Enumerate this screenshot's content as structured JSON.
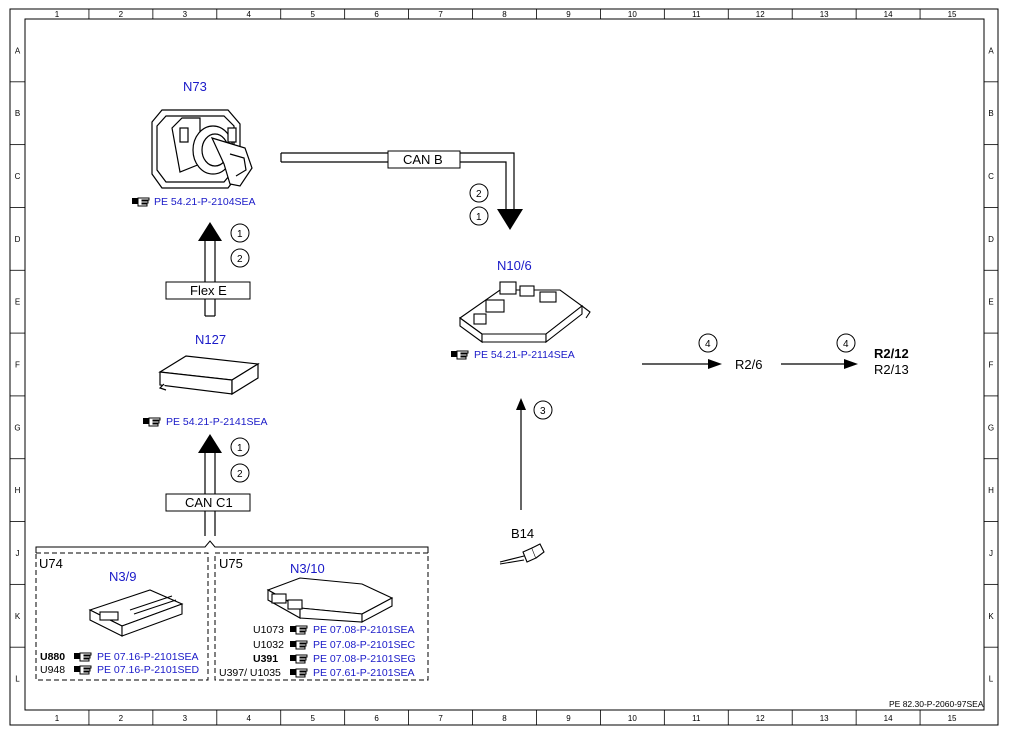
{
  "grid": {
    "columns": [
      "1",
      "2",
      "3",
      "4",
      "5",
      "6",
      "7",
      "8",
      "9",
      "10",
      "11",
      "12",
      "13",
      "14",
      "15"
    ],
    "rows": [
      "A",
      "B",
      "C",
      "D",
      "E",
      "F",
      "G",
      "H",
      "J",
      "K",
      "L"
    ]
  },
  "components": {
    "n73": {
      "label": "N73",
      "ref": "PE 54.21-P-2104SEA"
    },
    "n10_6": {
      "label": "N10/6",
      "ref": "PE 54.21-P-2114SEA"
    },
    "n127": {
      "label": "N127",
      "ref": "PE 54.21-P-2141SEA"
    },
    "b14": {
      "label": "B14"
    },
    "r2_6": {
      "label": "R2/6"
    },
    "r2_12": {
      "label": "R2/12",
      "label2": "R2/13"
    }
  },
  "buses": {
    "can_b": "CAN B",
    "flex_e": "Flex E",
    "can_c1": "CAN C1"
  },
  "circles": {
    "c_can_b_top": "2",
    "c_can_b_bot": "1",
    "c_flex_top": "1",
    "c_flex_bot": "2",
    "c_canc1_top": "1",
    "c_canc1_bot": "2",
    "c_b14": "3",
    "c_r26_in": "4",
    "c_r212_in": "4"
  },
  "groups": {
    "u74": {
      "variant": "U74",
      "label": "N3/9",
      "refs": [
        {
          "prefix": "U880",
          "ref": "PE 07.16-P-2101SEA"
        },
        {
          "prefix": "U948",
          "ref": "PE 07.16-P-2101SED"
        }
      ]
    },
    "u75": {
      "variant": "U75",
      "label": "N3/10",
      "refs": [
        {
          "prefix": "U1073",
          "ref": "PE 07.08-P-2101SEA"
        },
        {
          "prefix": "U1032",
          "ref": "PE 07.08-P-2101SEC"
        },
        {
          "prefix": "U391",
          "ref": "PE 07.08-P-2101SEG"
        },
        {
          "prefix": "U397/ U1035",
          "ref": "PE 07.61-P-2101SEA"
        }
      ]
    }
  },
  "document_id": "PE 82.30-P-2060-97SEA",
  "colors": {
    "blue": "#1a1ac8",
    "line": "#000000"
  },
  "icons": [
    "hand-pointer-icon"
  ]
}
